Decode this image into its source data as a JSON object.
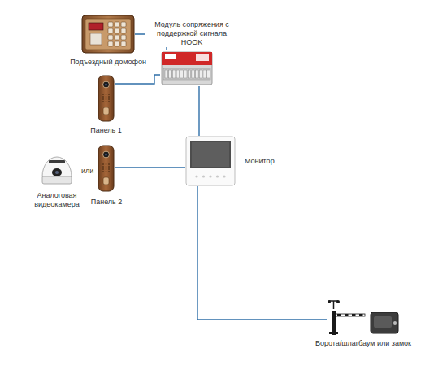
{
  "diagram": {
    "nodes": [
      {
        "text": [
          "Подъездный домофон"
        ]
      },
      {
        "text": [
          "Модуль сопряжения с поддержкой сигнала HOOK"
        ]
      },
      {
        "text": [
          "Панель 1"
        ]
      },
      {
        "text": [
          "Аналоговая видеокамера"
        ]
      },
      {
        "text": [
          "Панель 2"
        ]
      },
      {
        "text": [
          "Монитор"
        ]
      },
      {
        "text": [
          "Ворота/шлагбаум или замок"
        ]
      }
    ],
    "edges": [
      {
        "from": 0,
        "to": 1,
        "arrow": "none"
      },
      {
        "from": 2,
        "to": 1,
        "arrow": "none"
      },
      {
        "from": 1,
        "to": 5,
        "arrow": "none"
      },
      {
        "from": 4,
        "to": 5,
        "arrow": "none"
      },
      {
        "from": 5,
        "to": 6,
        "arrow": "none"
      }
    ],
    "labels": [
      "или"
    ]
  }
}
